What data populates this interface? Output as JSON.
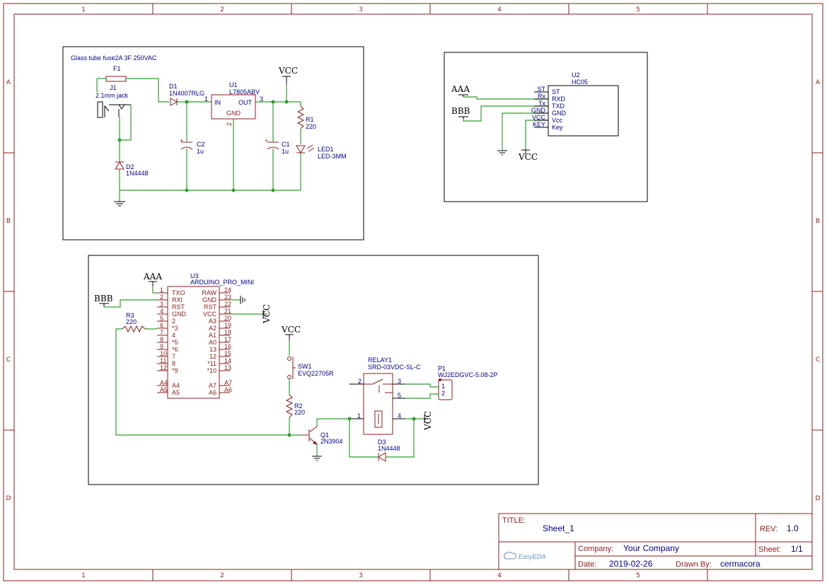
{
  "frame": {
    "cols": [
      "1",
      "2",
      "3",
      "4",
      "5"
    ],
    "rows": [
      "A",
      "B",
      "C",
      "D"
    ]
  },
  "power_block": {
    "note": "Glass tube fuse2A 3F 250VAC",
    "f1": "F1",
    "j1_ref": "J1",
    "j1_val": "2.1mm jack",
    "d1_ref": "D1",
    "d1_val": "1N4007RLG",
    "u1_ref": "U1",
    "u1_val": "L7805ABV",
    "u1_in": "IN",
    "u1_out": "OUT",
    "u1_gnd": "GND",
    "u1_pin1": "1",
    "u1_pin3": "3",
    "u1_pin2": "2",
    "vcc": "VCC",
    "r1_ref": "R1",
    "r1_val": "220",
    "c2_ref": "C2",
    "c2_val": "1u",
    "c1_ref": "C1",
    "c1_val": "1u",
    "led1_ref": "LED1",
    "led1_val": "LED-3MM",
    "d2_ref": "D2",
    "d2_val": "1N4448",
    "plus": "+"
  },
  "bt_block": {
    "aaa": "AAA",
    "bbb": "BBB",
    "vcc": "VCC",
    "u2_ref": "U2",
    "u2_val": "HC05",
    "left_pins": [
      "ST",
      "Rx",
      "Tx",
      "GND",
      "VCC",
      "KEY"
    ],
    "right_pins": [
      "ST",
      "RXD",
      "TXD",
      "GND",
      "Vcc",
      "Key"
    ]
  },
  "mcu_block": {
    "aaa": "AAA",
    "bbb": "BBB",
    "vcc": "VCC",
    "vcc2": "VCC",
    "vcc3": "VCC",
    "u3_ref": "U3",
    "u3_val": "ARDUINO_PRO_MINI",
    "left_nums": [
      "1",
      "2",
      "3",
      "4",
      "5",
      "6",
      "7",
      "8",
      "9",
      "10",
      "11",
      "12",
      "A4",
      "A5"
    ],
    "left_names": [
      "TXO",
      "RXI",
      "RST",
      "GND",
      "2",
      "*3",
      "4",
      "*5",
      "*6",
      "7",
      "8",
      "*9",
      "A4",
      "A5"
    ],
    "right_nums": [
      "24",
      "23",
      "22",
      "21",
      "20",
      "19",
      "18",
      "17",
      "16",
      "15",
      "14",
      "13",
      "A7",
      "A6"
    ],
    "right_names": [
      "RAW",
      "GND",
      "RST",
      "VCC",
      "A3",
      "A2",
      "A1",
      "A0",
      "13",
      "12",
      "*11",
      "*10",
      "A7",
      "A6"
    ],
    "r3_ref": "R3",
    "r3_val": "220",
    "sw1_ref": "SW1",
    "sw1_val": "EVQ22705R",
    "r2_ref": "R2",
    "r2_val": "220",
    "q1_ref": "Q1",
    "q1_val": "2N3904",
    "relay_ref": "RELAY1",
    "relay_val": "SRD-03VDC-SL-C",
    "relay_pins": [
      "2",
      "3",
      "5",
      "1",
      "4"
    ],
    "p1_ref": "P1",
    "p1_val": "WJ2EDGVC-5.08-2P",
    "p1_pins": [
      "1",
      "2"
    ],
    "d3_ref": "D3",
    "d3_val": "1N4448"
  },
  "title_block": {
    "title_label": "TITLE:",
    "title": "Sheet_1",
    "rev_label": "REV:",
    "rev": "1.0",
    "company_label": "Company:",
    "company": "Your Company",
    "sheet_label": "Sheet:",
    "sheet": "1/1",
    "date_label": "Date:",
    "date": "2019-02-26",
    "drawn_label": "Drawn By:",
    "drawn": "cermacora",
    "logo": "EasyEDA"
  }
}
